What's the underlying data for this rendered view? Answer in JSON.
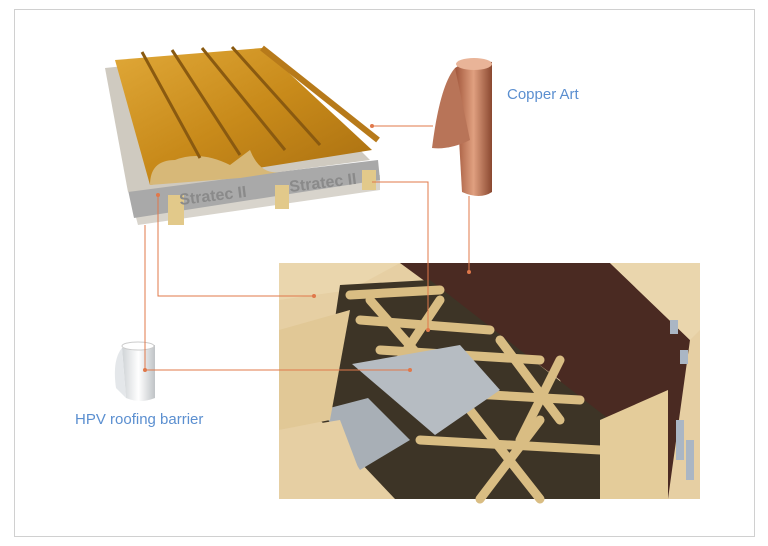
{
  "labels": {
    "copper": "Copper Art",
    "hpv": "HPV roofing barrier"
  },
  "membrane_brand": "Stratec II",
  "colors": {
    "callout_line": "#e0784a",
    "label": "#5b8fd0",
    "copper": "#c98a1e",
    "timber": "#e8d3a8",
    "roof_dark": "#4a2a22",
    "insulation": "#b6bcc2"
  }
}
